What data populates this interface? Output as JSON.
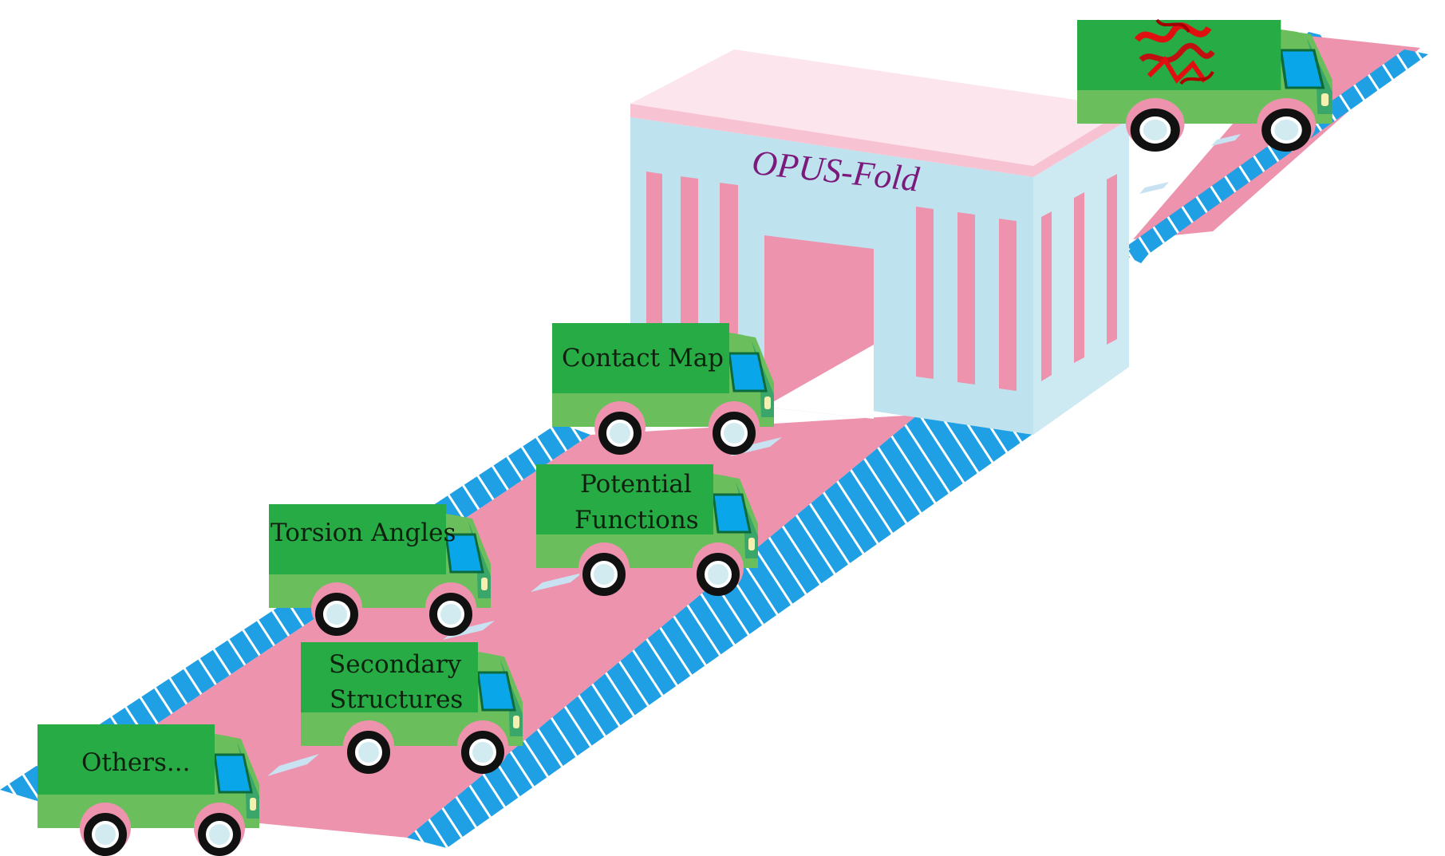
{
  "building": {
    "sign": "OPUS-Fold"
  },
  "trucks": [
    {
      "id": "output",
      "lines": [],
      "cargo_icon": "protein-ribbon-icon"
    },
    {
      "id": "contact-map",
      "lines": [
        "Contact Map"
      ]
    },
    {
      "id": "potential-functions",
      "lines": [
        "Potential",
        "Functions"
      ]
    },
    {
      "id": "torsion-angles",
      "lines": [
        "Torsion Angles"
      ]
    },
    {
      "id": "secondary-structures",
      "lines": [
        "Secondary",
        "Structures"
      ]
    },
    {
      "id": "others",
      "lines": [
        "Others..."
      ]
    }
  ],
  "colors": {
    "road": "#ee93ad",
    "road_stripes": "#1f9fe4",
    "building_wall": "#bee3ee",
    "building_roof": "#fde5ee",
    "building_pink": "#ee93ad",
    "truck_cargo": "#27ac45",
    "truck_body": "#6abf5c",
    "truck_window": "#0aa6ea",
    "protein": "#e01010",
    "sign_text": "#7b1a7b"
  }
}
